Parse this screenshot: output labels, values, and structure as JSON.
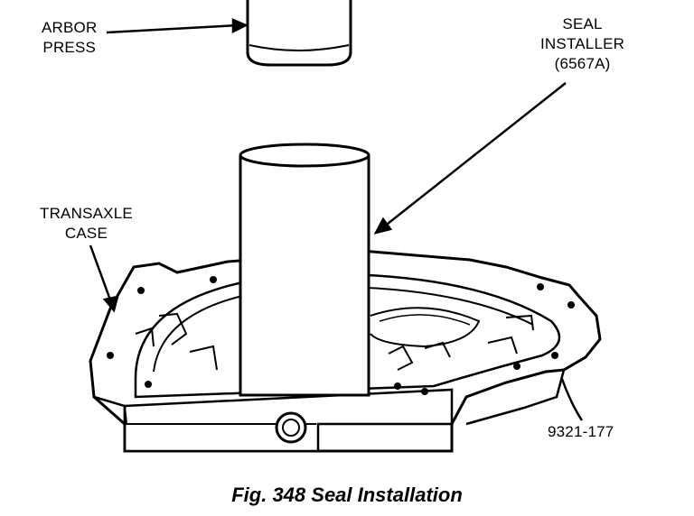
{
  "labels": {
    "arbor_press": [
      "ARBOR",
      "PRESS"
    ],
    "seal_installer": [
      "SEAL",
      "INSTALLER",
      "(6567A)"
    ],
    "transaxle_case": [
      "TRANSAXLE",
      "CASE"
    ],
    "part_number": "9321-177"
  },
  "caption": "Fig. 348 Seal Installation"
}
